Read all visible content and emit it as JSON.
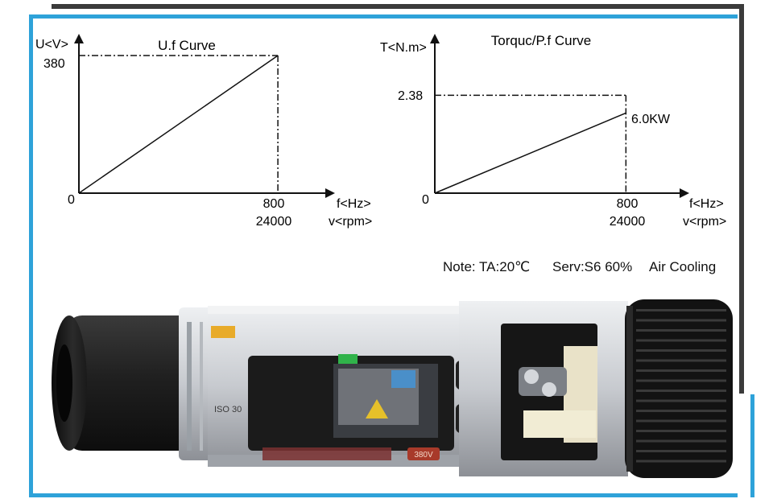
{
  "chart_data": [
    {
      "type": "line",
      "title": "U.f Curve",
      "ylabel": "U<V>",
      "xlabel": [
        "f<Hz>",
        "v<rpm>"
      ],
      "xlim": [
        0,
        900
      ],
      "ylim": [
        0,
        420
      ],
      "y_ticks": [
        "380"
      ],
      "x_ticks": [
        "800",
        "24000"
      ],
      "origin_label": "0",
      "series": [
        {
          "x": [
            0,
            800
          ],
          "y": [
            0,
            380
          ]
        }
      ],
      "reference_x": 800,
      "reference_y": 380
    },
    {
      "type": "line",
      "title": "Torquc/P.f Curve",
      "ylabel": "T<N.m>",
      "xlabel": [
        "f<Hz>",
        "v<rpm>"
      ],
      "xlim": [
        0,
        900
      ],
      "ylim": [
        0,
        3.7
      ],
      "y_ticks": [
        "2.38"
      ],
      "x_ticks": [
        "800",
        "24000"
      ],
      "origin_label": "0",
      "series": [
        {
          "x": [
            0,
            800
          ],
          "y": [
            0,
            1.95
          ]
        }
      ],
      "reference_x": 800,
      "reference_y": 2.38,
      "annotation": "6.0KW"
    }
  ],
  "notes": {
    "temp": "Note: TA:20℃",
    "serv": "Serv:S6 60%",
    "cooling": "Air Cooling"
  },
  "product": {
    "label_left": "ISO 30",
    "voltage_badge": "380V",
    "colors": {
      "accent_blue": "#2ea2d9",
      "frame_dark": "#3b3b3b",
      "body_silver": "#c9ccd1",
      "body_black": "#1c1c1c"
    }
  }
}
